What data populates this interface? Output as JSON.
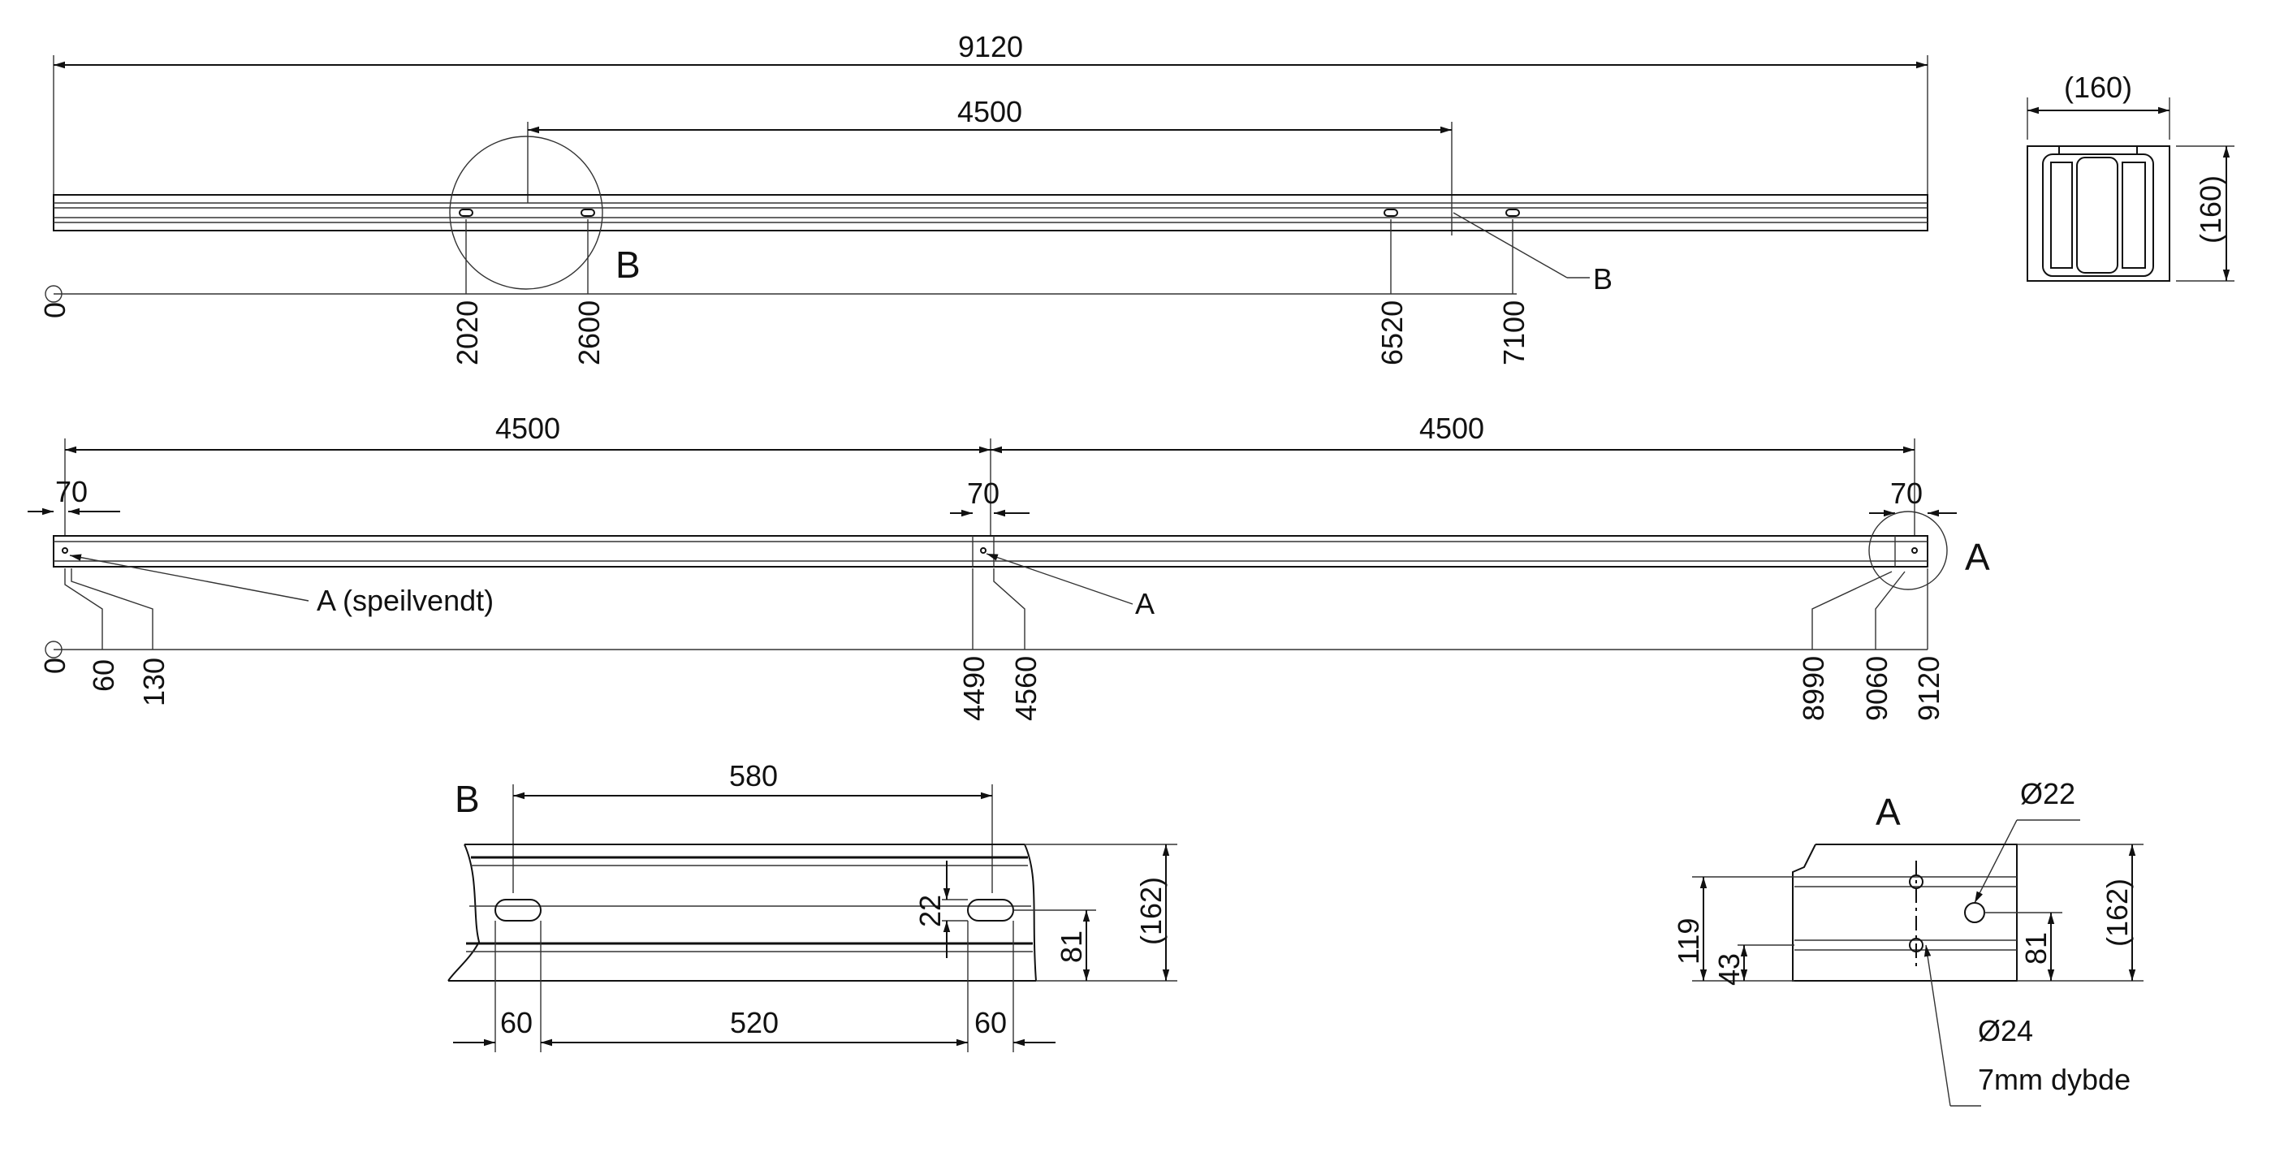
{
  "top_view": {
    "overall_length": "9120",
    "hole_spacing": "4500",
    "detail_label": "B",
    "callout_label": "B",
    "origin": "0",
    "positions": [
      "2020",
      "2600",
      "6520",
      "7100"
    ]
  },
  "section_view": {
    "width": "(160)",
    "height": "(160)"
  },
  "side_view": {
    "span_left": "4500",
    "span_right": "4500",
    "offset_left": "70",
    "offset_mid": "70",
    "offset_right": "70",
    "callout_mirrored": "A (speilvendt)",
    "callout_mid": "A",
    "detail_label": "A",
    "origin": "0",
    "positions": [
      "60",
      "130",
      "4490",
      "4560",
      "8990",
      "9060",
      "9120"
    ]
  },
  "detail_b": {
    "title": "B",
    "slot_pitch": "580",
    "slot_width": "22",
    "center_height": "81",
    "profile_height": "(162)",
    "slot_length_left": "60",
    "slot_gap": "520",
    "slot_length_right": "60"
  },
  "detail_a": {
    "title": "A",
    "hole_diameter_top": "Ø22",
    "height_119": "119",
    "height_43": "43",
    "center_height": "81",
    "profile_height": "(162)",
    "hole_diameter_bottom": "Ø24",
    "depth_note": "7mm dybde"
  }
}
